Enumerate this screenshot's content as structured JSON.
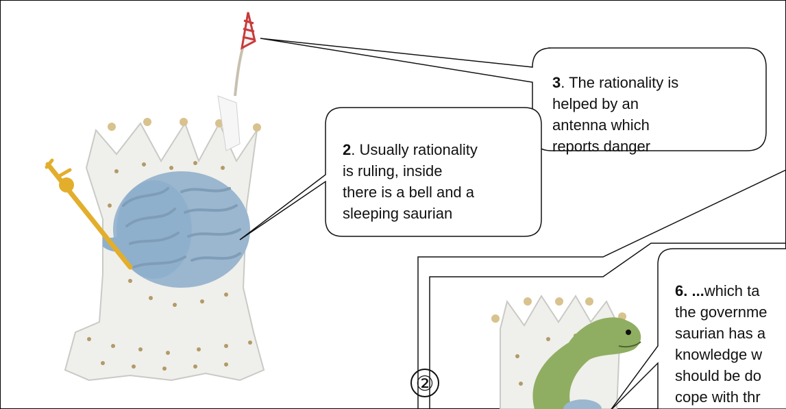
{
  "callout_3": {
    "number": "3",
    "text": ". The rationality is\nhelped by an\nantenna which\nreports danger"
  },
  "callout_2": {
    "number": "2",
    "text": ". Usually rationality\nis ruling,  inside\nthere is a bell and a\nsleeping saurian"
  },
  "callout_6": {
    "number": "6. ...",
    "text": "which ta\nthe governme\nsaurian has a\nknowledge w\nshould be do\ncope with thr"
  },
  "step_marker": "②",
  "colors": {
    "outline": "#000000",
    "brain": "#9bb7cf",
    "brain_dark": "#7f9db7",
    "throne": "#eeeeea",
    "throne_dots": "#b29a68",
    "scepter": "#e2ae2c",
    "saurian": "#8fae62",
    "antenna_red": "#c83a3a"
  }
}
